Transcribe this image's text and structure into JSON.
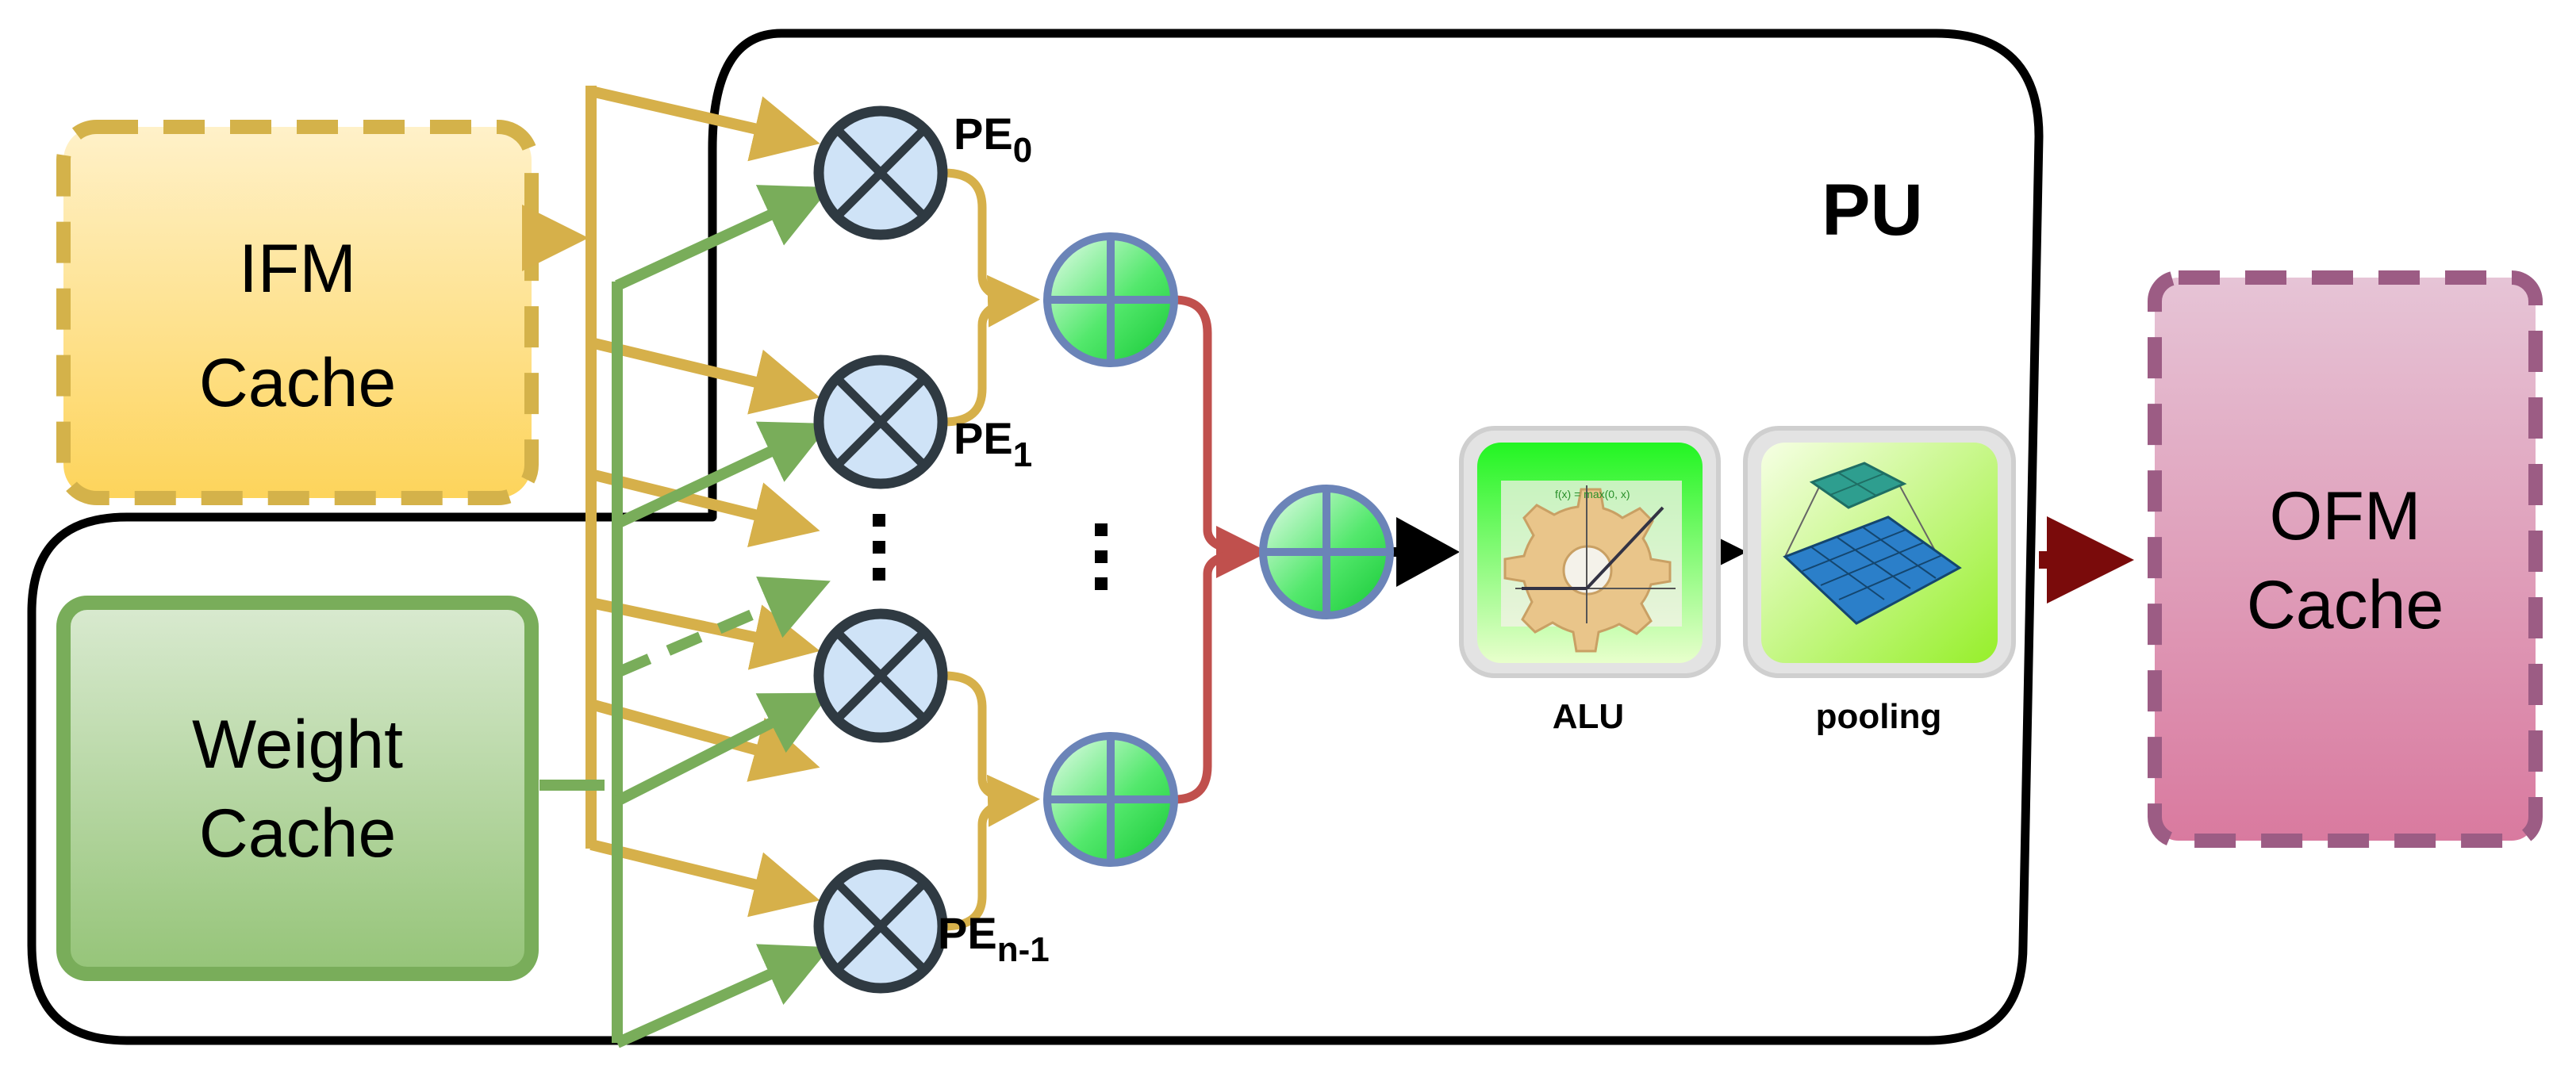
{
  "blocks": {
    "ifm": {
      "line1": "IFM",
      "line2": "Cache"
    },
    "weight": {
      "line1": "Weight",
      "line2": "Cache"
    },
    "ofm": {
      "line1": "OFM",
      "line2": "Cache"
    }
  },
  "pu": {
    "label": "PU"
  },
  "pe": {
    "pe0": {
      "main": "PE",
      "sub": "0"
    },
    "pe1": {
      "main": "PE",
      "sub": "1"
    },
    "pen": {
      "main": "PE",
      "sub": "n-1"
    }
  },
  "units": {
    "alu": "ALU",
    "pooling": "pooling"
  },
  "alu_formula": "f(x) = max(0, x)",
  "colors": {
    "ifm_line": "#d6b04a",
    "weight_line": "#79ad5a",
    "adder_out": "#c0504d",
    "ofm_arrow": "#7a0b0b",
    "outline": "#000000"
  },
  "icons": {
    "multiplier": "circle-times-icon",
    "adder": "circle-plus-icon",
    "alu": "gear-relu-icon",
    "pooling": "pooling-grid-icon"
  }
}
